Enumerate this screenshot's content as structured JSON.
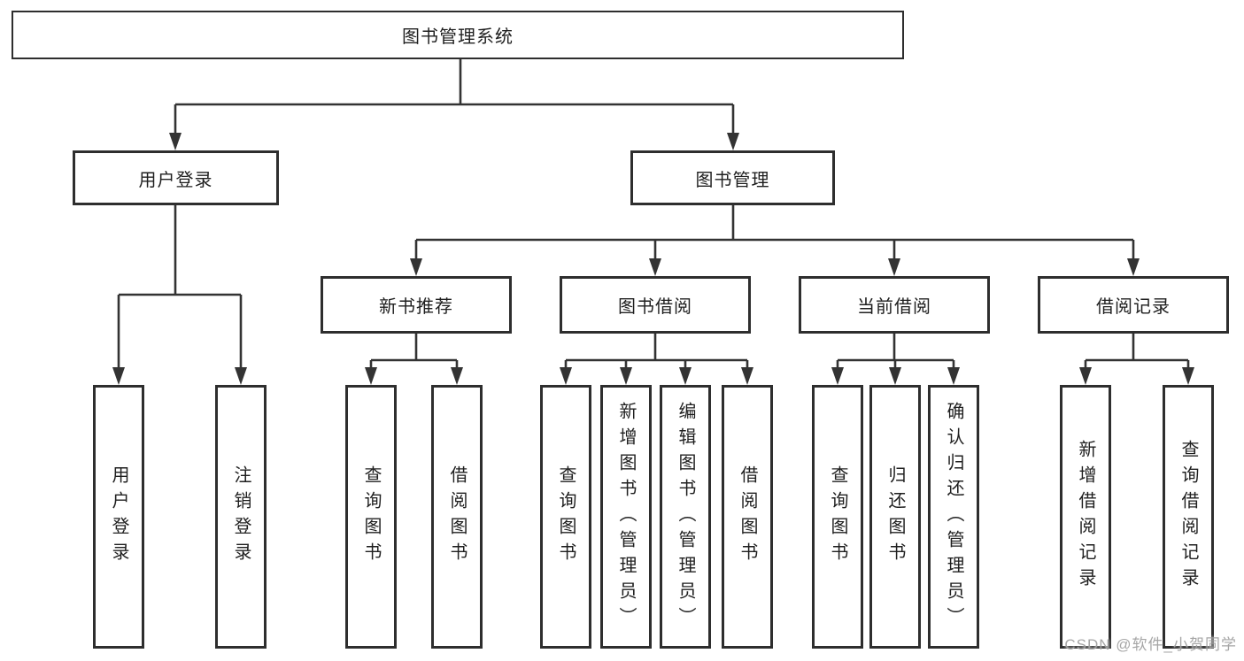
{
  "diagram": {
    "title": "图书管理系统",
    "root": {
      "label": "图书管理系统"
    },
    "level2": [
      {
        "label": "用户登录"
      },
      {
        "label": "图书管理"
      }
    ],
    "level3": [
      {
        "label": "新书推荐"
      },
      {
        "label": "图书借阅"
      },
      {
        "label": "当前借阅"
      },
      {
        "label": "借阅记录"
      }
    ],
    "leaves": {
      "login": [
        "用户登录",
        "注销登录"
      ],
      "recommend": [
        "查询图书",
        "借阅图书"
      ],
      "borrow": [
        "查询图书",
        "新增图书（管理员）",
        "编辑图书（管理员）",
        "借阅图书"
      ],
      "current": [
        "查询图书",
        "归还图书",
        "确认归还（管理员）"
      ],
      "records": [
        "新增借阅记录",
        "查询借阅记录"
      ]
    },
    "watermark": "CSDN @软件_小贺同学",
    "colors": {
      "line": "#333333",
      "border": "#2e2e2e",
      "text": "#1f1f1f",
      "watermark": "#9e9e9e",
      "background": "#ffffff"
    }
  }
}
